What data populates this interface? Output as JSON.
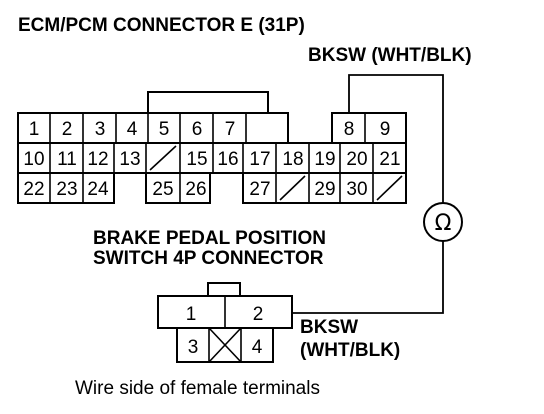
{
  "ecm_connector": {
    "title": "ECM/PCM CONNECTOR E (31P)",
    "row1": [
      {
        "label": "1"
      },
      {
        "label": "2"
      },
      {
        "label": "3"
      },
      {
        "label": "4"
      },
      {
        "label": "5"
      },
      {
        "label": "6"
      },
      {
        "label": "7"
      },
      {
        "label": "8"
      },
      {
        "label": "9"
      }
    ],
    "row2": [
      {
        "label": "10"
      },
      {
        "label": "11"
      },
      {
        "label": "12"
      },
      {
        "label": "13"
      },
      {
        "label": ""
      },
      {
        "label": "15"
      },
      {
        "label": "16"
      },
      {
        "label": "17"
      },
      {
        "label": "18"
      },
      {
        "label": "19"
      },
      {
        "label": "20"
      },
      {
        "label": "21"
      }
    ],
    "row3": [
      {
        "label": "22"
      },
      {
        "label": "23"
      },
      {
        "label": "24"
      },
      {
        "label": "25"
      },
      {
        "label": "26"
      },
      {
        "label": "27"
      },
      {
        "label": ""
      },
      {
        "label": "29"
      },
      {
        "label": "30"
      },
      {
        "label": ""
      }
    ]
  },
  "wire_label_top": "BKSW (WHT/BLK)",
  "meter_symbol": "Ω",
  "switch_connector": {
    "title_line1": "BRAKE PEDAL POSITION",
    "title_line2": "SWITCH 4P CONNECTOR",
    "pins": [
      "1",
      "2",
      "3",
      "4"
    ]
  },
  "wire_label_bottom_line1": "BKSW",
  "wire_label_bottom_line2": "(WHT/BLK)",
  "caption": "Wire side of female terminals"
}
